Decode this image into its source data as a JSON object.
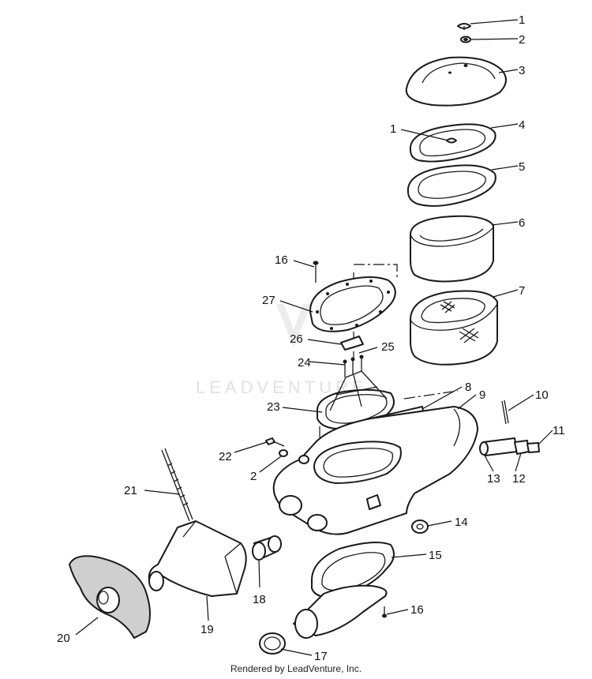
{
  "watermark": "LEADVENTURE",
  "footer": "Rendered by LeadVenture, Inc.",
  "callouts": [
    {
      "id": "c1a",
      "label": "1"
    },
    {
      "id": "c2a",
      "label": "2"
    },
    {
      "id": "c3",
      "label": "3"
    },
    {
      "id": "c1b",
      "label": "1"
    },
    {
      "id": "c4",
      "label": "4"
    },
    {
      "id": "c5",
      "label": "5"
    },
    {
      "id": "c6",
      "label": "6"
    },
    {
      "id": "c16a",
      "label": "16"
    },
    {
      "id": "c7",
      "label": "7"
    },
    {
      "id": "c27",
      "label": "27"
    },
    {
      "id": "c26",
      "label": "26"
    },
    {
      "id": "c25",
      "label": "25"
    },
    {
      "id": "c24",
      "label": "24"
    },
    {
      "id": "c8",
      "label": "8"
    },
    {
      "id": "c9",
      "label": "9"
    },
    {
      "id": "c10",
      "label": "10"
    },
    {
      "id": "c23",
      "label": "23"
    },
    {
      "id": "c11",
      "label": "11"
    },
    {
      "id": "c22",
      "label": "22"
    },
    {
      "id": "c13",
      "label": "13"
    },
    {
      "id": "c12",
      "label": "12"
    },
    {
      "id": "c2b",
      "label": "2"
    },
    {
      "id": "c21",
      "label": "21"
    },
    {
      "id": "c14",
      "label": "14"
    },
    {
      "id": "c15",
      "label": "15"
    },
    {
      "id": "c18",
      "label": "18"
    },
    {
      "id": "c16b",
      "label": "16"
    },
    {
      "id": "c20",
      "label": "20"
    },
    {
      "id": "c19",
      "label": "19"
    },
    {
      "id": "c17",
      "label": "17"
    }
  ]
}
